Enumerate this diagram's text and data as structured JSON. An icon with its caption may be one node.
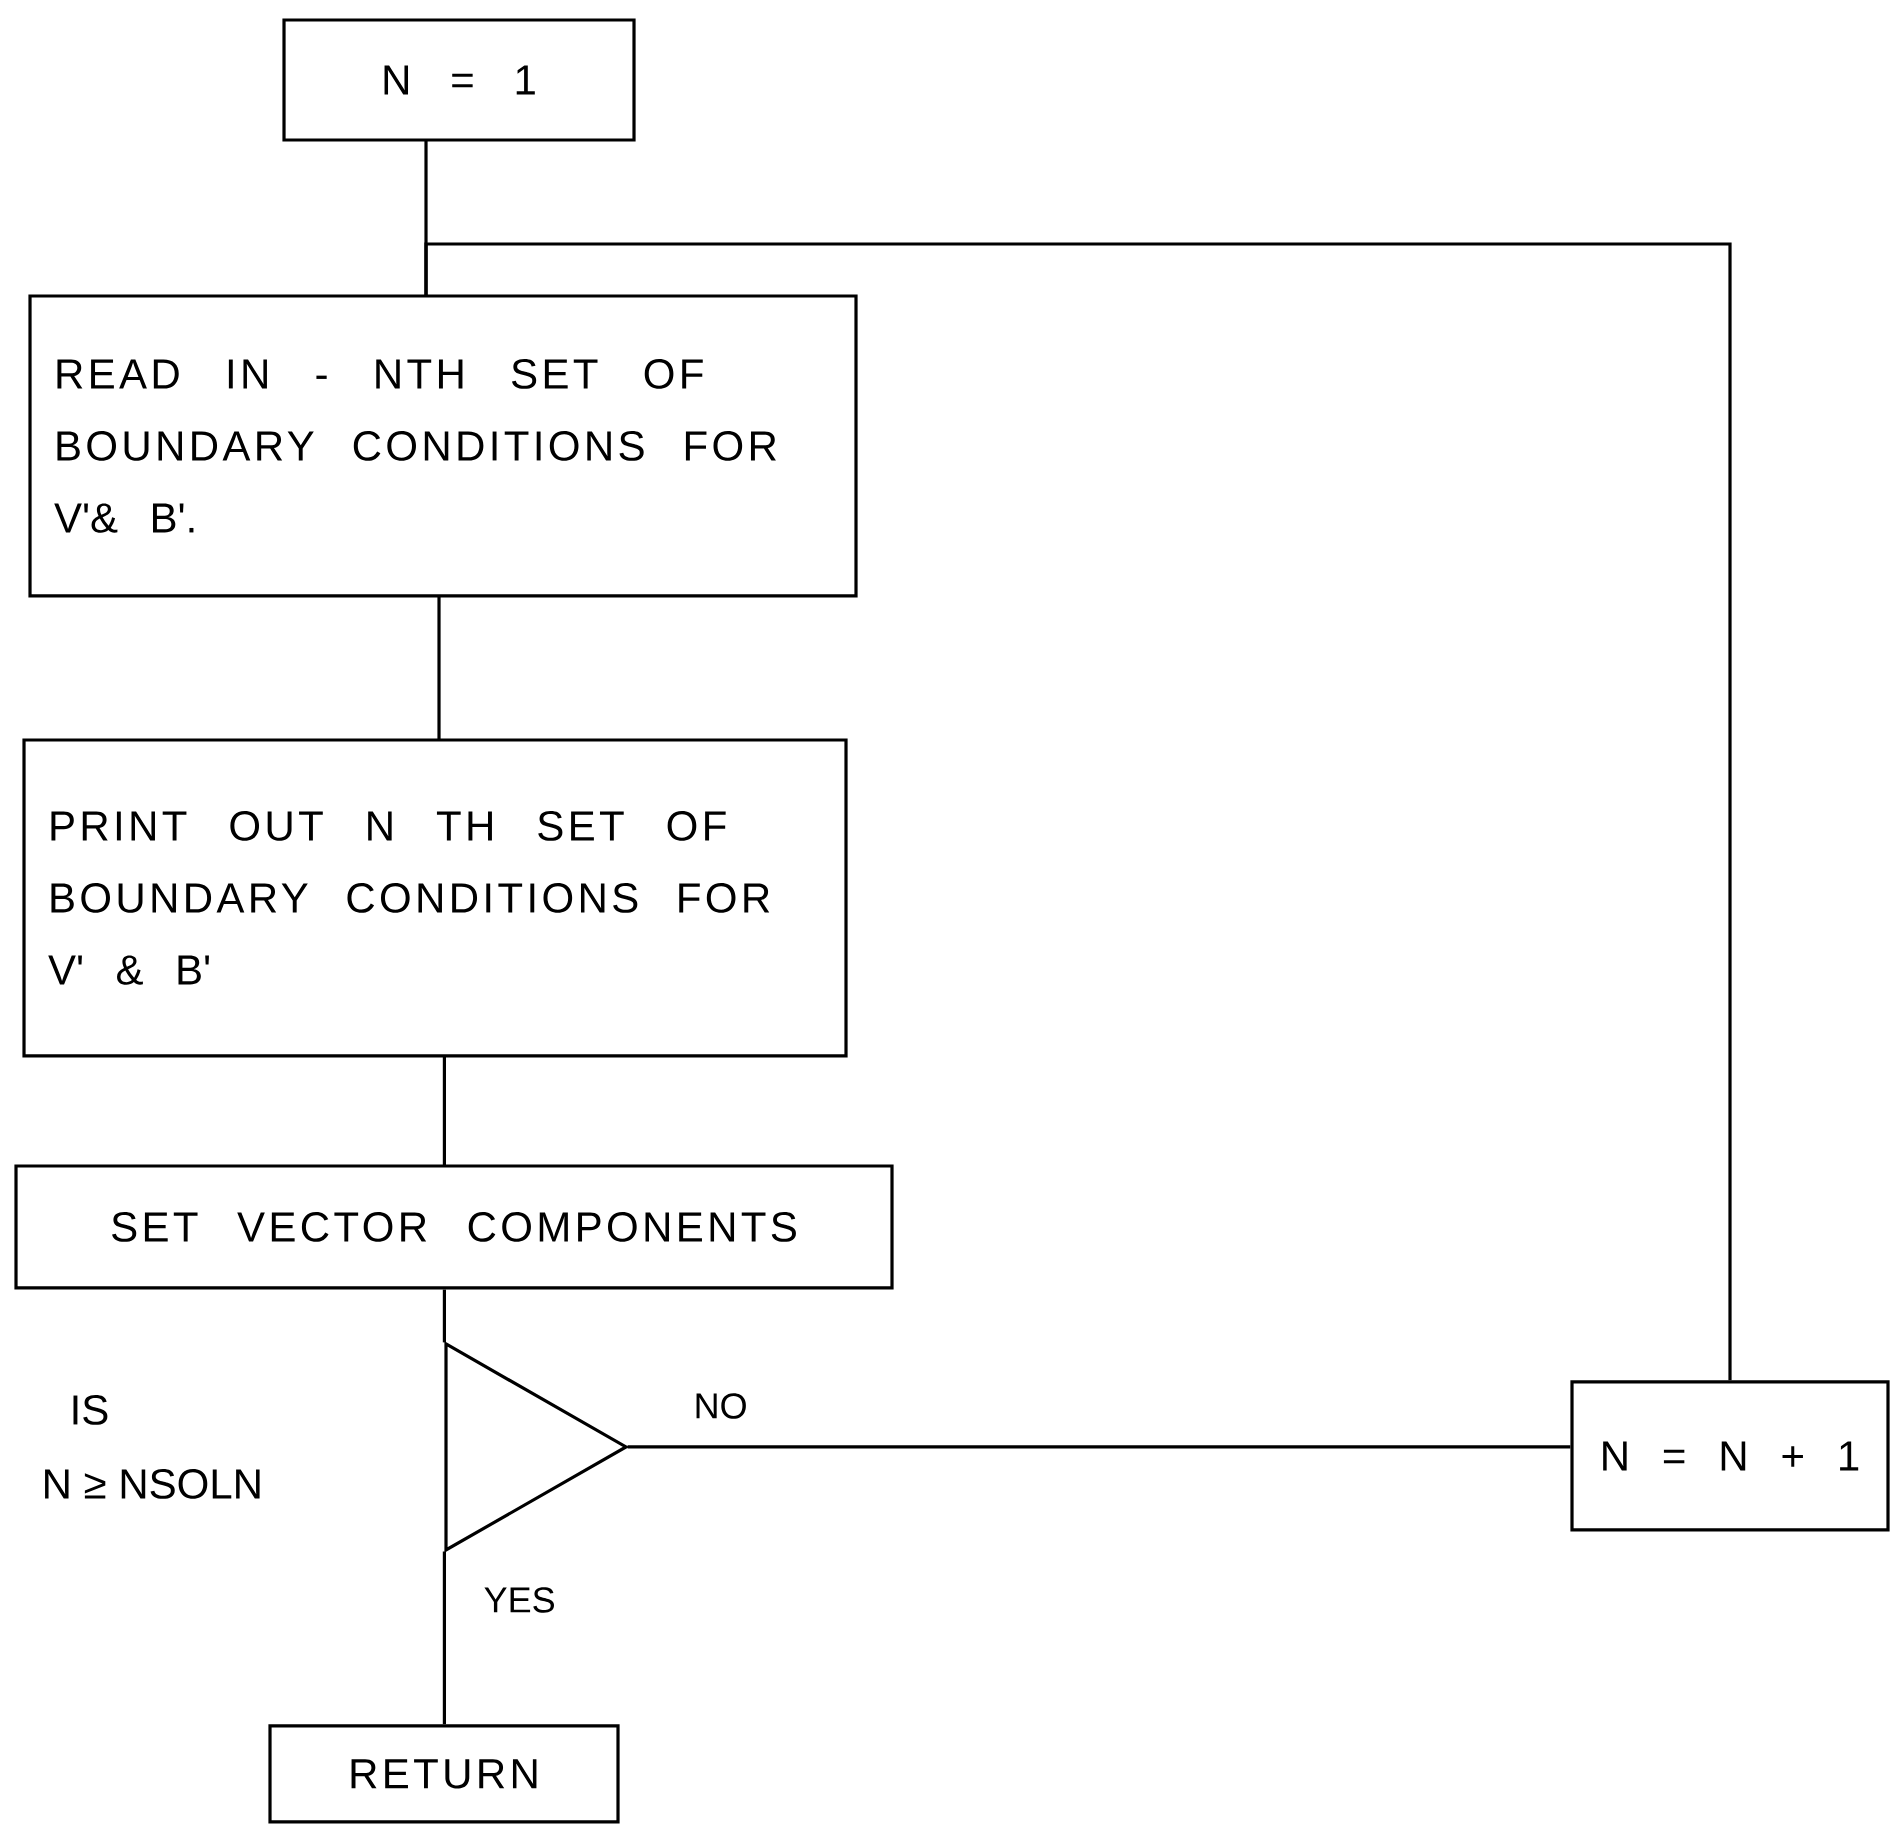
{
  "diagram": {
    "nodes": [
      {
        "text": [
          "N = 1"
        ]
      },
      {
        "text": [
          "READ IN - NTH SET OF BOUNDARY CONDITIONS FOR V'& B'."
        ]
      },
      {
        "text": [
          "PRINT OUT N TH SET OF BOUNDARY CONDITIONS FOR V' & B'"
        ]
      },
      {
        "text": [
          "SET VECTOR COMPONENTS"
        ]
      },
      {
        "text": [],
        "shape": "triangle",
        "beside": [
          "IS",
          "N ≥ NSOLN"
        ]
      },
      {
        "text": [
          "N = N + 1"
        ]
      },
      {
        "text": [
          "RETURN"
        ]
      }
    ],
    "edges": [
      {
        "from": 0,
        "to": 1,
        "arrow": "none"
      },
      {
        "from": 1,
        "to": 2,
        "arrow": "none"
      },
      {
        "from": 2,
        "to": 3,
        "arrow": "none"
      },
      {
        "from": 3,
        "to": 4,
        "arrow": "none"
      },
      {
        "from": 4,
        "to": 5,
        "arrow": "none",
        "label": "NO"
      },
      {
        "from": 4,
        "to": 6,
        "arrow": "none",
        "label": "YES"
      },
      {
        "from": 5,
        "to": 1,
        "arrow": "none"
      }
    ]
  }
}
